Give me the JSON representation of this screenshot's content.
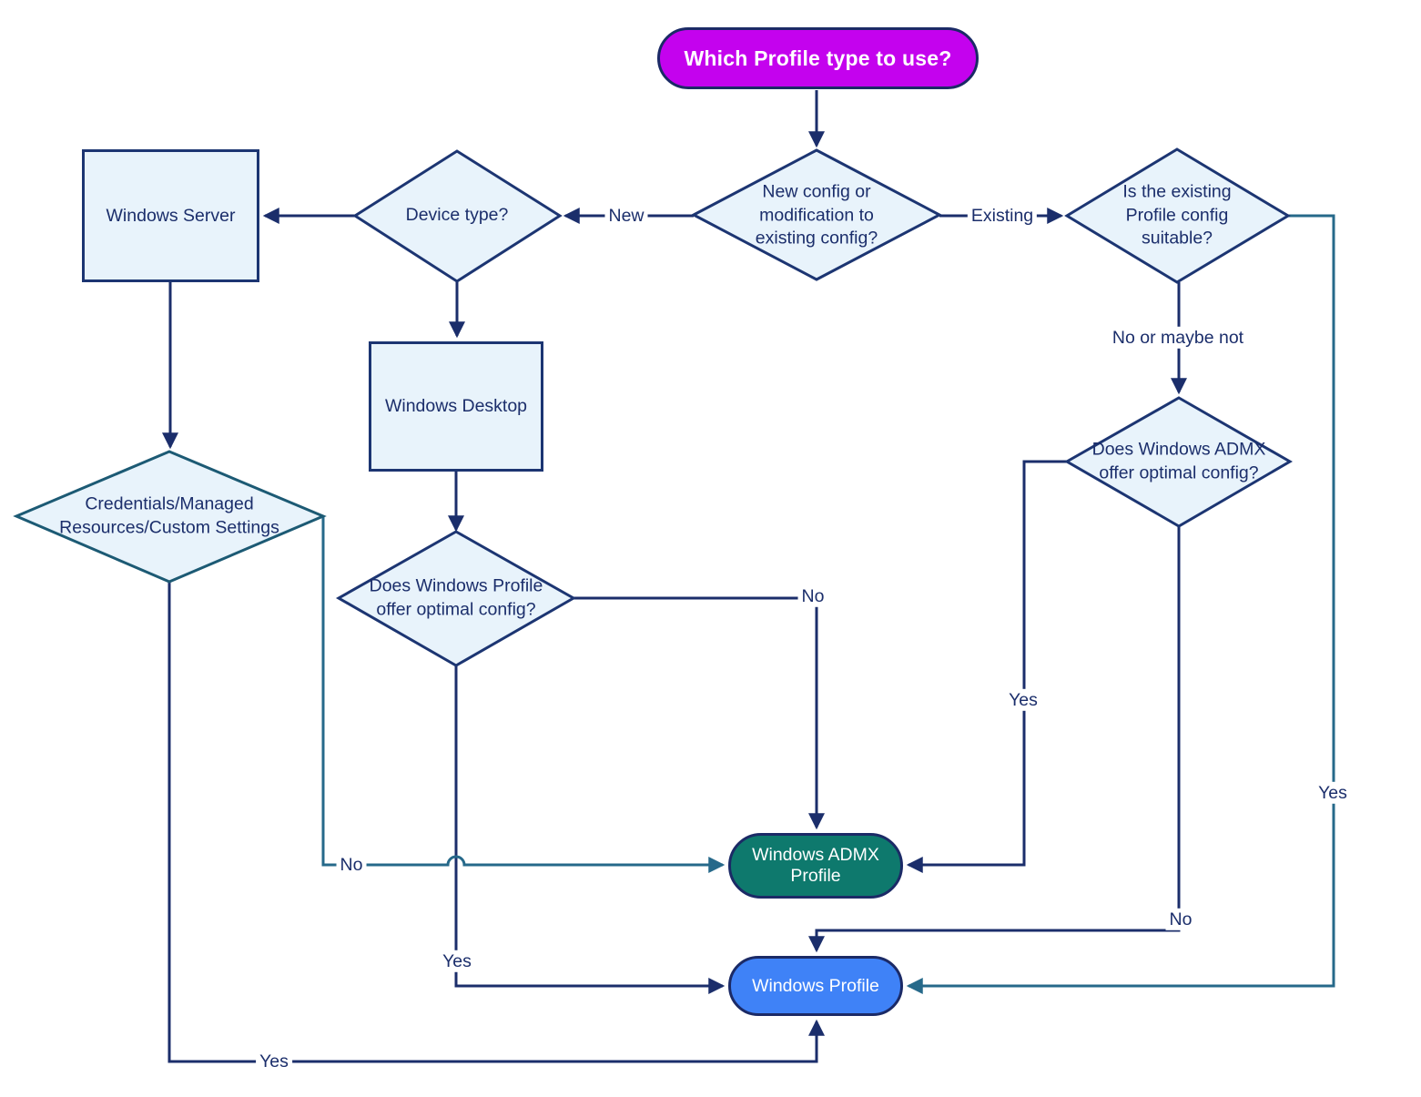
{
  "title": "Which Profile type to use?",
  "colors": {
    "navy": "#1b2e6b",
    "teal_line": "#26698a",
    "magenta_node": "#c402ee",
    "green_node": "#0e796d",
    "blue_node": "#3f82f7",
    "diamond_fill": "#e8f3fb",
    "background": "#ffffff"
  },
  "nodes": {
    "start": {
      "label": "Which Profile type to use?",
      "type": "terminator"
    },
    "new_or_existing": {
      "label": "New config or modification to existing config?",
      "type": "decision"
    },
    "device_type": {
      "label": "Device type?",
      "type": "decision"
    },
    "windows_server": {
      "label": "Windows Server",
      "type": "process"
    },
    "existing_suitable": {
      "label": "Is the existing Profile config suitable?",
      "type": "decision"
    },
    "windows_desktop": {
      "label": "Windows Desktop",
      "type": "process"
    },
    "credentials": {
      "label": "Credentials/Managed Resources/Custom Settings",
      "type": "decision"
    },
    "profile_optimal": {
      "label": "Does Windows Profile offer optimal config?",
      "type": "decision"
    },
    "admx_optimal": {
      "label": "Does Windows ADMX offer optimal config?",
      "type": "decision"
    },
    "admx_profile": {
      "label": "Windows ADMX Profile",
      "type": "terminator"
    },
    "windows_profile": {
      "label": "Windows Profile",
      "type": "terminator"
    }
  },
  "edge_labels": {
    "new": "New",
    "existing": "Existing",
    "no_or_maybe_not": "No or maybe not",
    "credentials_no": "No",
    "credentials_yes": "Yes",
    "profile_optimal_no": "No",
    "profile_optimal_yes": "Yes",
    "admx_optimal_yes": "Yes",
    "admx_optimal_no": "No",
    "existing_suitable_yes": "Yes"
  }
}
